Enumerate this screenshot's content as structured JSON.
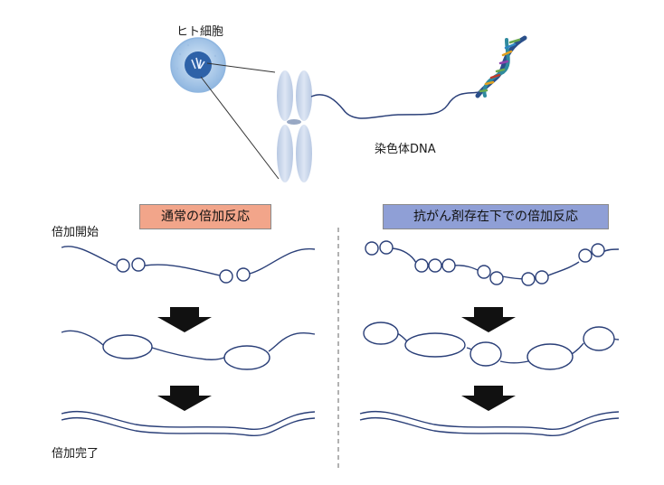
{
  "labels": {
    "cell": "ヒト細胞",
    "chromosome_dna": "染色体DNA",
    "start": "倍加開始",
    "complete": "倍加完了"
  },
  "panels": {
    "left": {
      "title": "通常の倍加反応",
      "color": "#f2a58a"
    },
    "right": {
      "title": "抗がん剤存在下での倍加反応",
      "color": "#8f9fd6"
    }
  },
  "colors": {
    "strand": "#2a3f78",
    "chromosome": "#c9d6ea",
    "cell_outer": "#a8c8ea",
    "nucleus": "#2e62a8",
    "arrow": "#111111",
    "divider": "#666666"
  }
}
